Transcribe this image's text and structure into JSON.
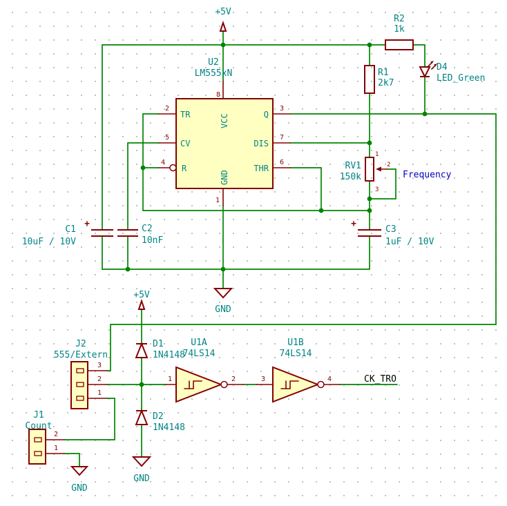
{
  "colors": {
    "wire": "#008400",
    "device_outline": "#840000",
    "device_fill": "#FFFFC2",
    "pin_name_text": "#008484",
    "field_text": "#008484",
    "note_text": "#0000C4",
    "net_label_text": "#000000",
    "grid_dot": "#bfbfbf",
    "background": "#ffffff"
  },
  "power": {
    "vcc_top": "+5V",
    "gnd_main": "GND",
    "vcc_bottom": "+5V",
    "gnd_bottom": "GND",
    "gnd_count": "GND"
  },
  "u2": {
    "ref": "U2",
    "value": "LM555xN",
    "pins": [
      {
        "num": "2",
        "name": "TR"
      },
      {
        "num": "5",
        "name": "CV"
      },
      {
        "num": "4",
        "name": "R"
      },
      {
        "num": "8",
        "name": "VCC"
      },
      {
        "num": "3",
        "name": "Q"
      },
      {
        "num": "7",
        "name": "DIS"
      },
      {
        "num": "6",
        "name": "THR"
      },
      {
        "num": "1",
        "name": "GND"
      }
    ]
  },
  "r1": {
    "ref": "R1",
    "value": "2k7"
  },
  "r2": {
    "ref": "R2",
    "value": "1k"
  },
  "rv1": {
    "ref": "RV1",
    "value": "150k",
    "pin1": "1",
    "pin2": "2",
    "pin3": "3"
  },
  "c1": {
    "ref": "C1",
    "value": "10uF / 10V",
    "plus": "+"
  },
  "c2": {
    "ref": "C2",
    "value": "10nF"
  },
  "c3": {
    "ref": "C3",
    "value": "1uF / 10V",
    "plus": "+"
  },
  "d1": {
    "ref": "D1",
    "value": "1N4148"
  },
  "d2": {
    "ref": "D2",
    "value": "1N4148"
  },
  "d4": {
    "ref": "D4",
    "value": "LED_Green"
  },
  "u1a": {
    "ref": "U1A",
    "value": "74LS14",
    "pin_in": "1",
    "pin_out": "2"
  },
  "u1b": {
    "ref": "U1B",
    "value": "74LS14",
    "pin_in": "3",
    "pin_out": "4"
  },
  "j1": {
    "ref": "J1",
    "value": "Count",
    "pin_top": "2",
    "pin_bottom": "1"
  },
  "j2": {
    "ref": "J2",
    "value": "555/Extern",
    "pin_top": "3",
    "pin_mid": "2",
    "pin_bottom": "1"
  },
  "labels": {
    "clock_net": "CK_TRO",
    "frequency_note": "Frequency"
  }
}
